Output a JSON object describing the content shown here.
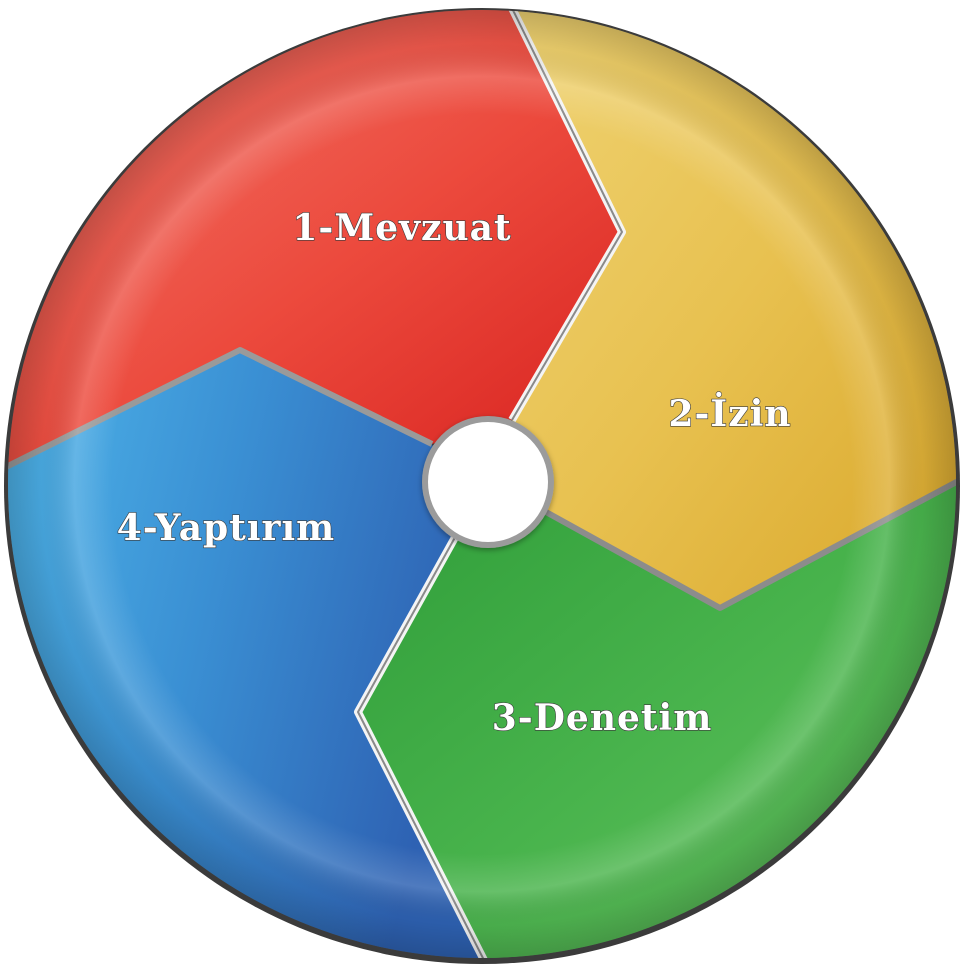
{
  "diagram": {
    "type": "cycle",
    "segments": [
      {
        "label": "1-Mevzuat",
        "color": "#e8352f"
      },
      {
        "label": "2-İzin",
        "color": "#e9bb3a"
      },
      {
        "label": "3-Denetim",
        "color": "#45b24a"
      },
      {
        "label": "4-Yaptırım",
        "color": "#2e86cc"
      }
    ],
    "hub_color": "#ffffff"
  }
}
